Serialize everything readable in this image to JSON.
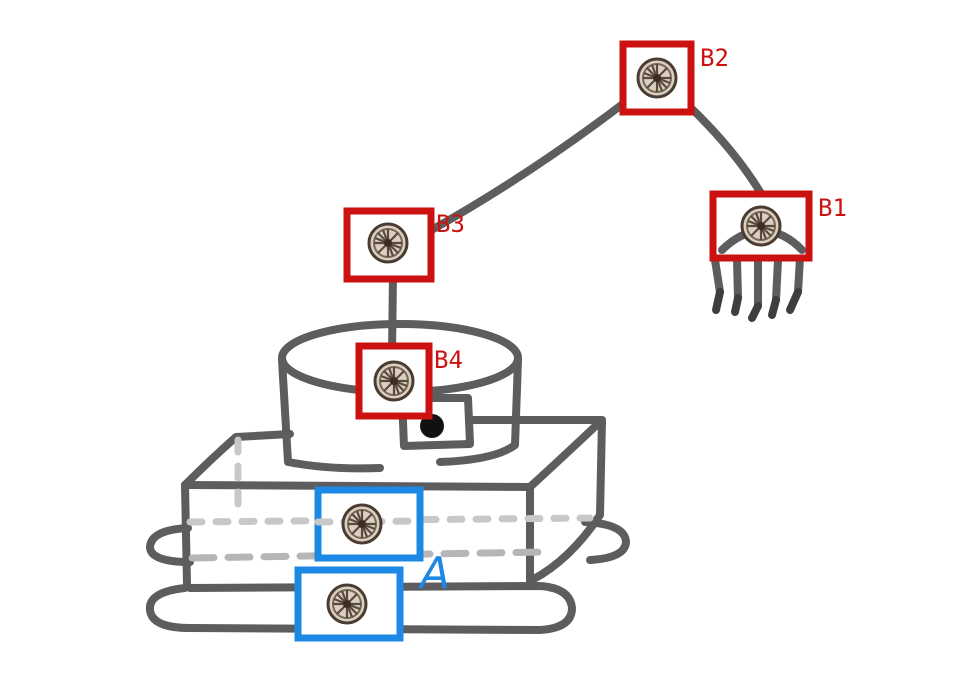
{
  "colors": {
    "ink": "#5d5d5d",
    "joint_box_red": "#cc1111",
    "joint_box_blue": "#1e88e5",
    "wheel_rim": "#6b5a4a",
    "lens": "#111111"
  },
  "icons": {
    "joint": "wheel-icon",
    "camera": "camera-lens-icon",
    "gripper": "claw-gripper-icon"
  },
  "labels": {
    "b1": "B1",
    "b2": "B2",
    "b3": "B3",
    "b4": "B4",
    "a": "A"
  }
}
